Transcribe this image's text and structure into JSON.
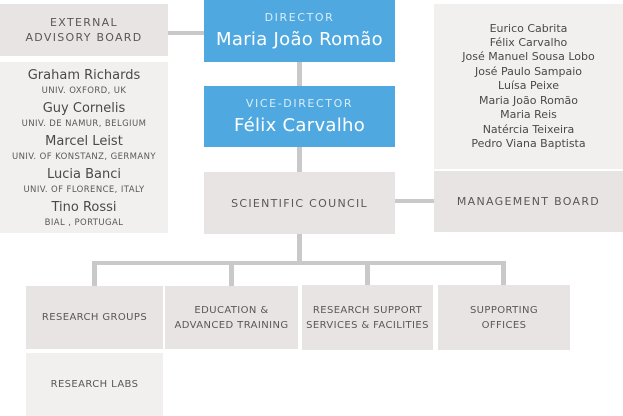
{
  "palette": {
    "accent_blue": "#4FA9E0",
    "box_gray": "#E8E4E3",
    "box_light": "#F2F0EF",
    "connector_gray": "#C9C9C9",
    "heading_text": "#5B5756",
    "name_text": "#4C4847"
  },
  "director": {
    "role": "DIRECTOR",
    "name": "Maria João Romão"
  },
  "vice_director": {
    "role": "VICE-DIRECTOR",
    "name": "Félix Carvalho"
  },
  "external_advisory_board": {
    "title_line1": "EXTERNAL",
    "title_line2": "ADVISORY BOARD",
    "members": [
      {
        "name": "Graham Richards",
        "affiliation": "UNIV. OXFORD, UK"
      },
      {
        "name": "Guy Cornelis",
        "affiliation": "UNIV. DE NAMUR, BELGIUM"
      },
      {
        "name": "Marcel Leist",
        "affiliation": "UNIV. OF KONSTANZ, GERMANY"
      },
      {
        "name": "Lucia Banci",
        "affiliation": "UNIV. OF FLORENCE, ITALY"
      },
      {
        "name": "Tino Rossi",
        "affiliation": "BIAL , PORTUGAL"
      }
    ]
  },
  "scientific_council": {
    "label": "SCIENTIFIC COUNCIL"
  },
  "management_board": {
    "label": "MANAGEMENT BOARD",
    "members": [
      "Eurico Cabrita",
      "Félix Carvalho",
      "José Manuel Sousa Lobo",
      "José Paulo Sampaio",
      "Luísa Peixe",
      "Maria João Romão",
      "Maria Reis",
      "Natércia Teixeira",
      "Pedro Viana Baptista"
    ]
  },
  "units": {
    "research_groups": {
      "line1": "RESEARCH GROUPS"
    },
    "education": {
      "line1": "EDUCATION &",
      "line2": "ADVANCED TRAINING"
    },
    "research_support": {
      "line1": "RESEARCH SUPPORT",
      "line2": "SERVICES & FACILITIES"
    },
    "supporting_offices": {
      "line1": "SUPPORTING",
      "line2": "OFFICES"
    }
  },
  "research_labs": {
    "label": "RESEARCH LABS"
  }
}
